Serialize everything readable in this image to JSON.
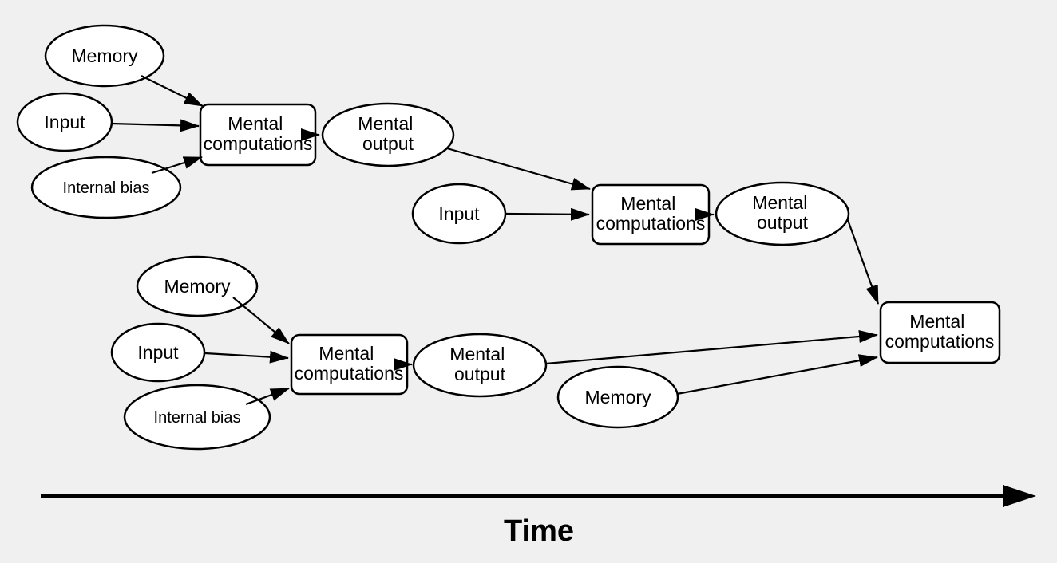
{
  "colors": {
    "background": "#f0f0f0",
    "node_fill": "#ffffff",
    "stroke": "#000000",
    "text": "#000000"
  },
  "nodes": {
    "memory_1": {
      "label": "Memory",
      "shape": "ellipse"
    },
    "input_1": {
      "label": "Input",
      "shape": "ellipse"
    },
    "internal_bias_1": {
      "label": "Internal bias",
      "shape": "ellipse"
    },
    "mental_computations_1": {
      "lines": [
        "Mental",
        "computations"
      ],
      "shape": "rounded-rect"
    },
    "mental_output_1": {
      "lines": [
        "Mental",
        "output"
      ],
      "shape": "ellipse"
    },
    "input_2": {
      "label": "Input",
      "shape": "ellipse"
    },
    "mental_computations_2": {
      "lines": [
        "Mental",
        "computations"
      ],
      "shape": "rounded-rect"
    },
    "mental_output_2": {
      "lines": [
        "Mental",
        "output"
      ],
      "shape": "ellipse"
    },
    "memory_2": {
      "label": "Memory",
      "shape": "ellipse"
    },
    "input_3": {
      "label": "Input",
      "shape": "ellipse"
    },
    "internal_bias_2": {
      "label": "Internal bias",
      "shape": "ellipse"
    },
    "mental_computations_3": {
      "lines": [
        "Mental",
        "computations"
      ],
      "shape": "rounded-rect"
    },
    "mental_output_3": {
      "lines": [
        "Mental",
        "output"
      ],
      "shape": "ellipse"
    },
    "memory_3": {
      "label": "Memory",
      "shape": "ellipse"
    },
    "mental_computations_4": {
      "lines": [
        "Mental",
        "computations"
      ],
      "shape": "rounded-rect"
    }
  },
  "edges": [
    {
      "from": "memory_1",
      "to": "mental_computations_1"
    },
    {
      "from": "input_1",
      "to": "mental_computations_1"
    },
    {
      "from": "internal_bias_1",
      "to": "mental_computations_1"
    },
    {
      "from": "mental_computations_1",
      "to": "mental_output_1"
    },
    {
      "from": "mental_output_1",
      "to": "mental_computations_2"
    },
    {
      "from": "input_2",
      "to": "mental_computations_2"
    },
    {
      "from": "mental_computations_2",
      "to": "mental_output_2"
    },
    {
      "from": "mental_output_2",
      "to": "mental_computations_4"
    },
    {
      "from": "memory_2",
      "to": "mental_computations_3"
    },
    {
      "from": "input_3",
      "to": "mental_computations_3"
    },
    {
      "from": "internal_bias_2",
      "to": "mental_computations_3"
    },
    {
      "from": "mental_computations_3",
      "to": "mental_output_3"
    },
    {
      "from": "mental_output_3",
      "to": "mental_computations_4"
    },
    {
      "from": "memory_3",
      "to": "mental_computations_4"
    }
  ],
  "timeline": {
    "label": "Time"
  }
}
